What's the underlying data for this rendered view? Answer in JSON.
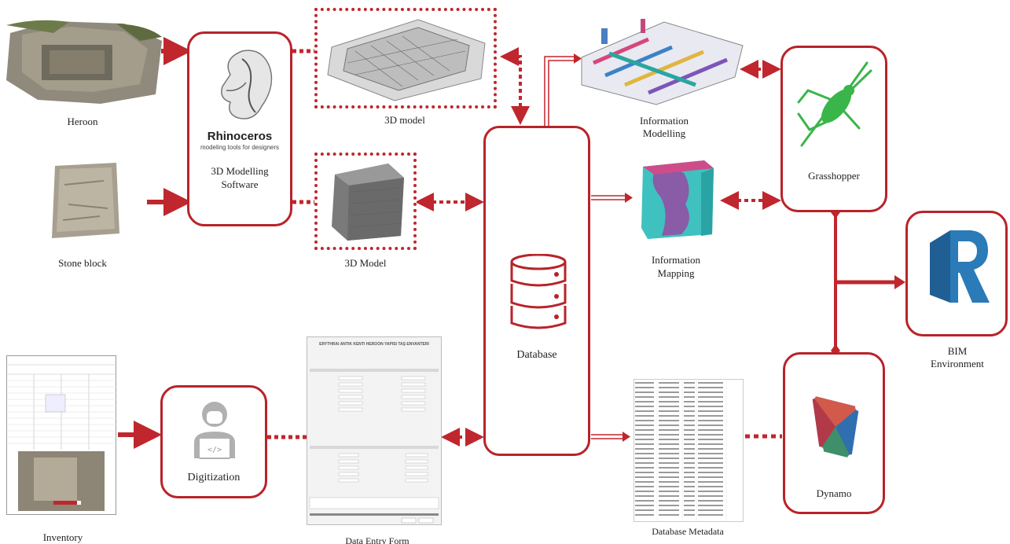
{
  "nodes": {
    "heroon": "Heroon",
    "stone_block": "Stone block",
    "inventory": "Inventory",
    "rhino_brand": "Rhinoceros",
    "rhino_tagline": "modeling tools for designers",
    "modelling_software": [
      "3D Modelling",
      "Software"
    ],
    "model_top": "3D model",
    "model_bottom": "3D Model",
    "digitization": "Digitization",
    "data_entry_form": "Data Entry Form",
    "form_title": "ERYTHRAI ANTİK KENTİ HEROON YAPISI TAŞ ENVANTERİ",
    "database": "Database",
    "information_modelling": [
      "Information",
      "Modelling"
    ],
    "information_mapping": [
      "Information",
      "Mapping"
    ],
    "database_metadata": "Database Metadata",
    "grasshopper": "Grasshopper",
    "dynamo": "Dynamo",
    "bim_environment": [
      "BIM",
      "Environment"
    ]
  },
  "colors": {
    "accent": "#b8232a",
    "grasshopper": "#3ab54a",
    "revit": "#2a7bb8"
  }
}
